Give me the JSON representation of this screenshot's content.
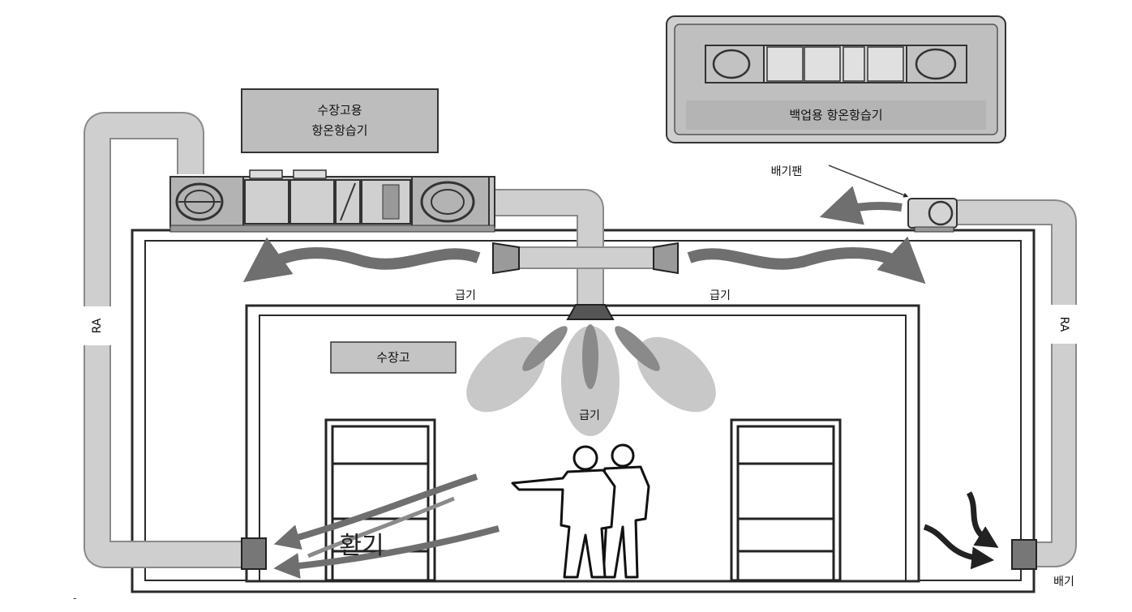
{
  "labels": {
    "storage_ahu_line1": "수장고용",
    "storage_ahu_line2": "항온항습기",
    "backup_ahu": "백업용 항온항습기",
    "exhaust_fan": "배기팬",
    "supply_left": "급기",
    "supply_right": "급기",
    "supply_center": "급기",
    "storage_room": "수장고",
    "ventilation": "환기",
    "return_air_left": "RA",
    "return_air_right": "RA",
    "exhaust": "배기",
    "corner_mark": "-"
  },
  "colors": {
    "duct": "#c8c8c8",
    "duct_edge": "#8a8a8a",
    "box_fill": "#bdbdbd",
    "airflow_arrow": "#6f6f6f",
    "wall": "#2a2a2a"
  }
}
